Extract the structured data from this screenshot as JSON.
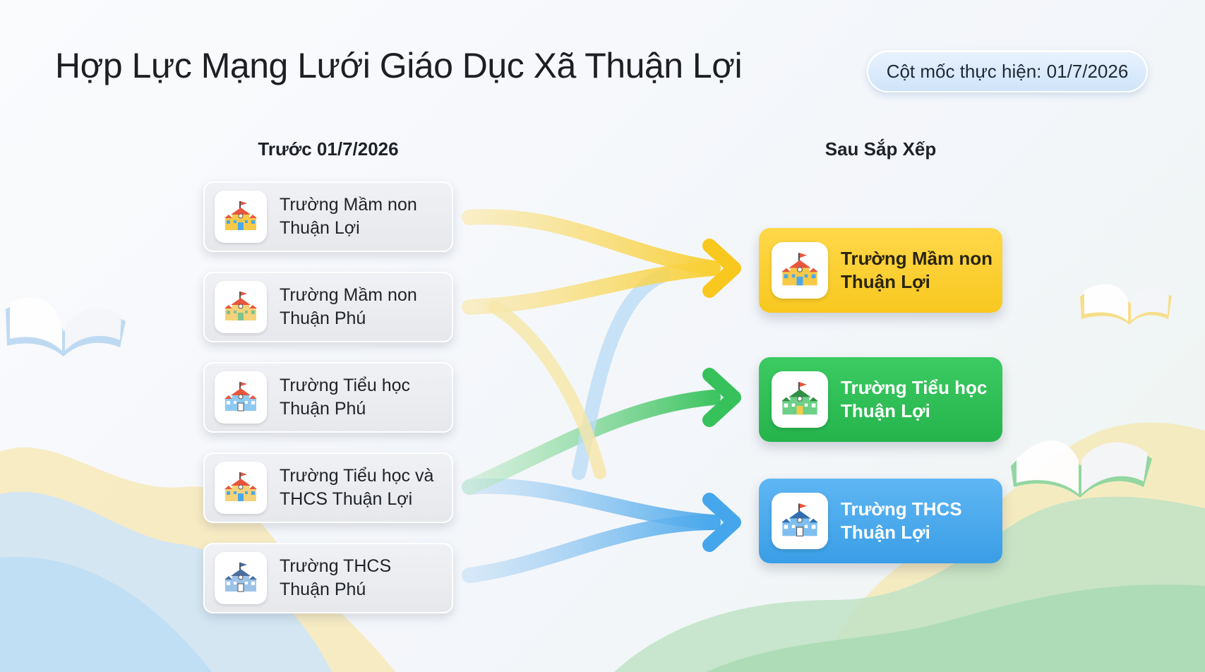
{
  "title": "Hợp Lực Mạng Lưới Giáo Dục Xã Thuận Lợi",
  "milestone": "Cột mốc thực hiện: 01/7/2026",
  "columns": {
    "before": "Trước 01/7/2026",
    "after": "Sau Sắp Xếp"
  },
  "sources": [
    {
      "label": "Trường Mầm non\nThuận Lợi",
      "icon": "school-icon"
    },
    {
      "label": "Trường Mầm non\nThuận Phú",
      "icon": "school-icon"
    },
    {
      "label": "Trường Tiểu học\nThuận Phú",
      "icon": "school-icon"
    },
    {
      "label": "Trường Tiểu học và\nTHCS Thuận Lợi",
      "icon": "school-icon"
    },
    {
      "label": "Trường THCS\nThuận Phú",
      "icon": "school-icon"
    }
  ],
  "targets": [
    {
      "label": "Trường Mầm non\nThuận Lợi",
      "icon": "school-icon",
      "color": "#f8c81f"
    },
    {
      "label": "Trường Tiểu học\nThuận Lợi",
      "icon": "school-icon",
      "color": "#25b34c"
    },
    {
      "label": "Trường THCS\nThuận Lợi",
      "icon": "school-icon",
      "color": "#3a9ee6"
    }
  ],
  "colors": {
    "yellow": "#f8c81f",
    "green": "#25b34c",
    "blue": "#3a9ee6"
  }
}
